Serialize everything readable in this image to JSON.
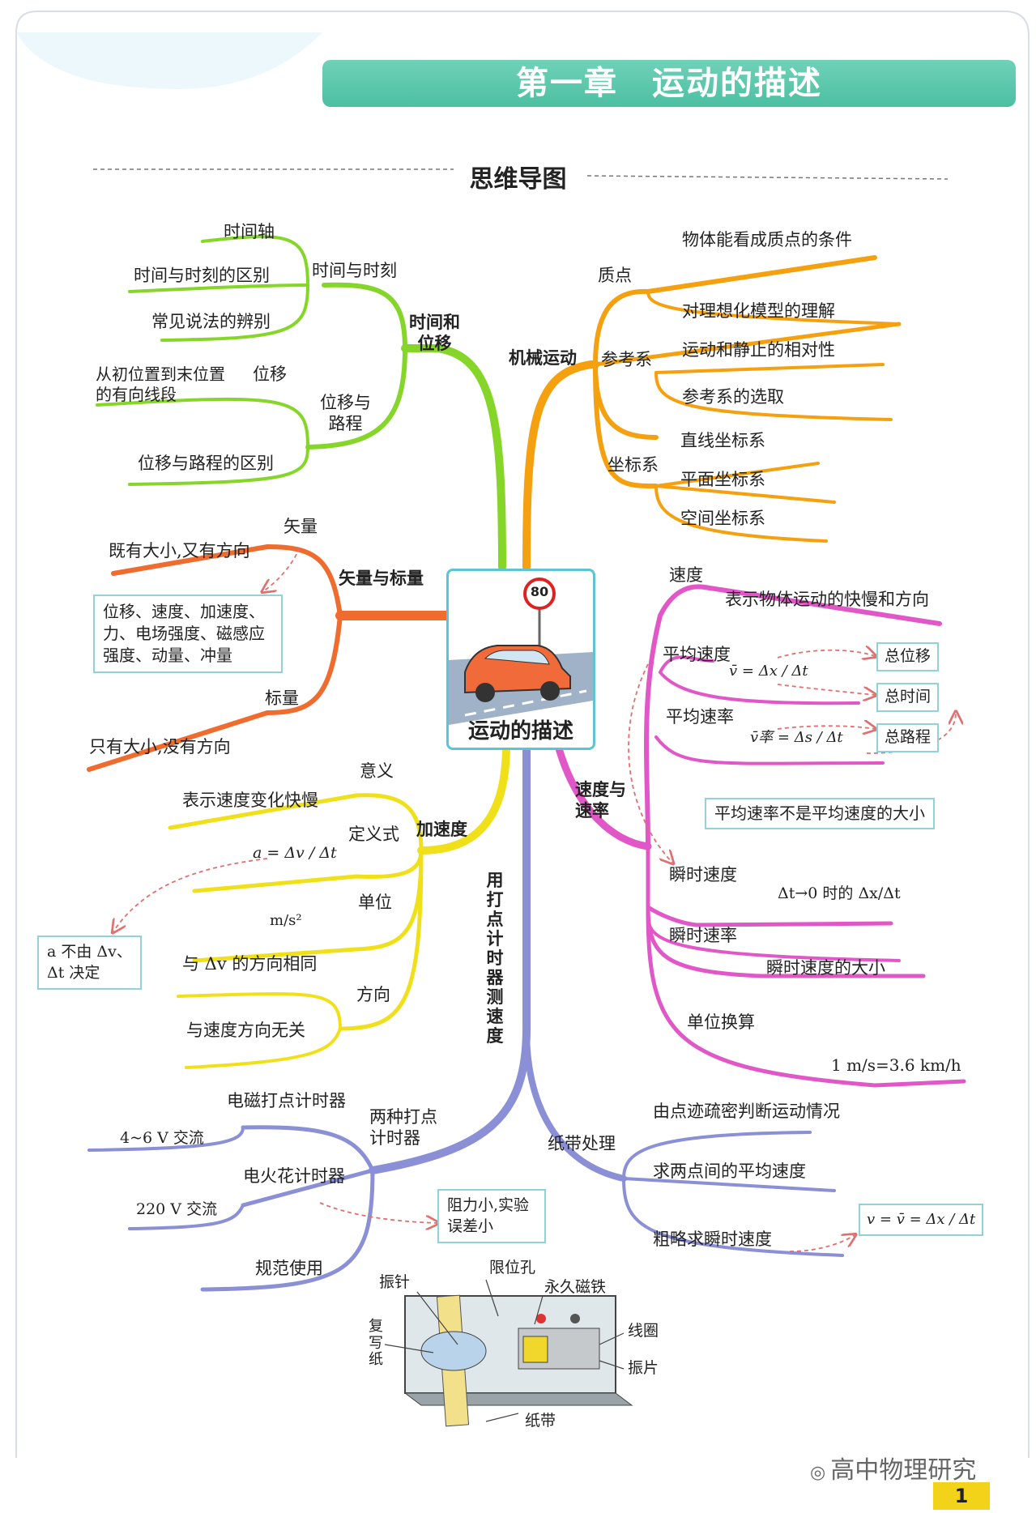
{
  "colors": {
    "green": "#86d62a",
    "orange": "#f5a00f",
    "red": "#ef6c2e",
    "yellow": "#f0e01a",
    "blue": "#8a8fd6",
    "pink": "#e257c7",
    "accent": "#4cbfa2",
    "box_border": "#8fd3d8"
  },
  "header": {
    "chapter_title": "第一章　运动的描述",
    "section_title": "思维导图"
  },
  "center": {
    "label": "运动的描述",
    "sign": "80",
    "icon": "car-illustration-icon"
  },
  "branches": {
    "time_disp": {
      "label": "时间和\n位移",
      "time_moment": "时间与时刻",
      "timeline": "时间轴",
      "time_vs_moment": "时间与时刻的区别",
      "common_sayings": "常见说法的辨别",
      "disp_path": "位移与\n路程",
      "displacement": "位移",
      "disp_def": "从初位置到末位置\n的有向线段",
      "disp_vs_path": "位移与路程的区别"
    },
    "mechanical": {
      "label": "机械运动",
      "particle": "质点",
      "particle_cond": "物体能看成质点的条件",
      "ideal_model": "对理想化模型的理解",
      "reference": "参考系",
      "relativity": "运动和静止的相对性",
      "ref_choice": "参考系的选取",
      "coords": "坐标系",
      "line_coords": "直线坐标系",
      "plane_coords": "平面坐标系",
      "space_coords": "空间坐标系"
    },
    "vector": {
      "label": "矢量与标量",
      "vector": "矢量",
      "vector_def": "既有大小,又有方向",
      "vector_examples": "位移、速度、加速度、力、电场强度、磁感应强度、动量、冲量",
      "scalar": "标量",
      "scalar_def": "只有大小,没有方向"
    },
    "speed": {
      "label": "速度与\n速率",
      "velocity": "速度",
      "velocity_def": "表示物体运动的快慢和方向",
      "avg_velocity": "平均速度",
      "avg_vel_formula": "v̄ = Δx / Δt",
      "total_disp": "总位移",
      "total_time": "总时间",
      "avg_speed": "平均速率",
      "avg_speed_formula": "v̄率 = Δs / Δt",
      "total_path": "总路程",
      "note": "平均速率不是平均速度的大小",
      "inst_velocity": "瞬时速度",
      "inst_vel_formula": "Δt→0 时的 Δx/Δt",
      "inst_speed": "瞬时速率",
      "inst_speed_def": "瞬时速度的大小",
      "unit_conv": "单位换算",
      "unit_conv_value": "1 m/s=3.6 km/h"
    },
    "accel": {
      "label": "加速度",
      "meaning": "意义",
      "meaning_def": "表示速度变化快慢",
      "definition": "定义式",
      "def_formula": "a = Δv / Δt",
      "unit": "单位",
      "unit_value": "m/s²",
      "note": "a 不由 Δv、Δt 决定",
      "direction": "方向",
      "dir_same": "与 Δv 的方向相同",
      "dir_unrelated": "与速度方向无关"
    },
    "timer": {
      "label": "用打点计时器测速度",
      "two_timers": "两种打点\n计时器",
      "em_timer": "电磁打点计时器",
      "em_voltage": "4~6 V 交流",
      "spark_timer": "电火花计时器",
      "spark_voltage": "220 V 交流",
      "note": "阻力小,实验误差小",
      "proper_use": "规范使用",
      "tape": "纸带处理",
      "tape_density": "由点迹疏密判断运动情况",
      "avg_two_points": "求两点间的平均速度",
      "approx_inst": "粗略求瞬时速度",
      "approx_formula": "v = v̄ = Δx / Δt"
    }
  },
  "device": {
    "needle": "振针",
    "limit_hole": "限位孔",
    "magnet": "永久磁铁",
    "coil": "线圈",
    "carbon_paper": "复\n写\n纸",
    "vibrator": "振片",
    "paper_tape": "纸带"
  },
  "footer": {
    "watermark": "高中物理研究",
    "page_number": "1"
  }
}
